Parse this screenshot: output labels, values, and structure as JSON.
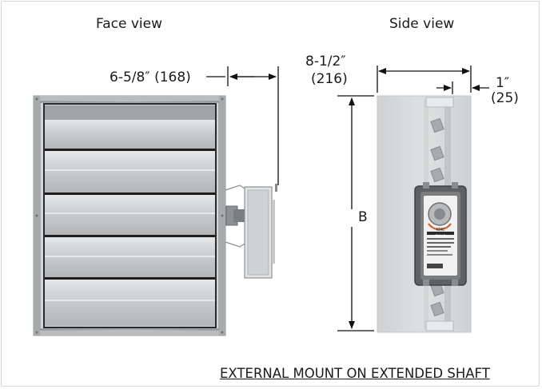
{
  "views": {
    "face_title": "Face view",
    "side_title": "Side view"
  },
  "dimensions": {
    "offset": "6-5/8″ (168)",
    "depth_in": "8-1/2″",
    "depth_mm": "(216)",
    "shaft_in": "1″",
    "shaft_mm": "(25)",
    "height": "B"
  },
  "caption": "EXTERNAL MOUNT ON EXTENDED SHAFT",
  "actuator": {
    "brand": "KMC",
    "model": "BULL2"
  },
  "colors": {
    "frame": "#a9acae",
    "blade": "#c9cbcd",
    "blade_dark": "#1e1e1e",
    "actuator_body": "#5e6062",
    "actuator_label": "#f1f1f1"
  }
}
